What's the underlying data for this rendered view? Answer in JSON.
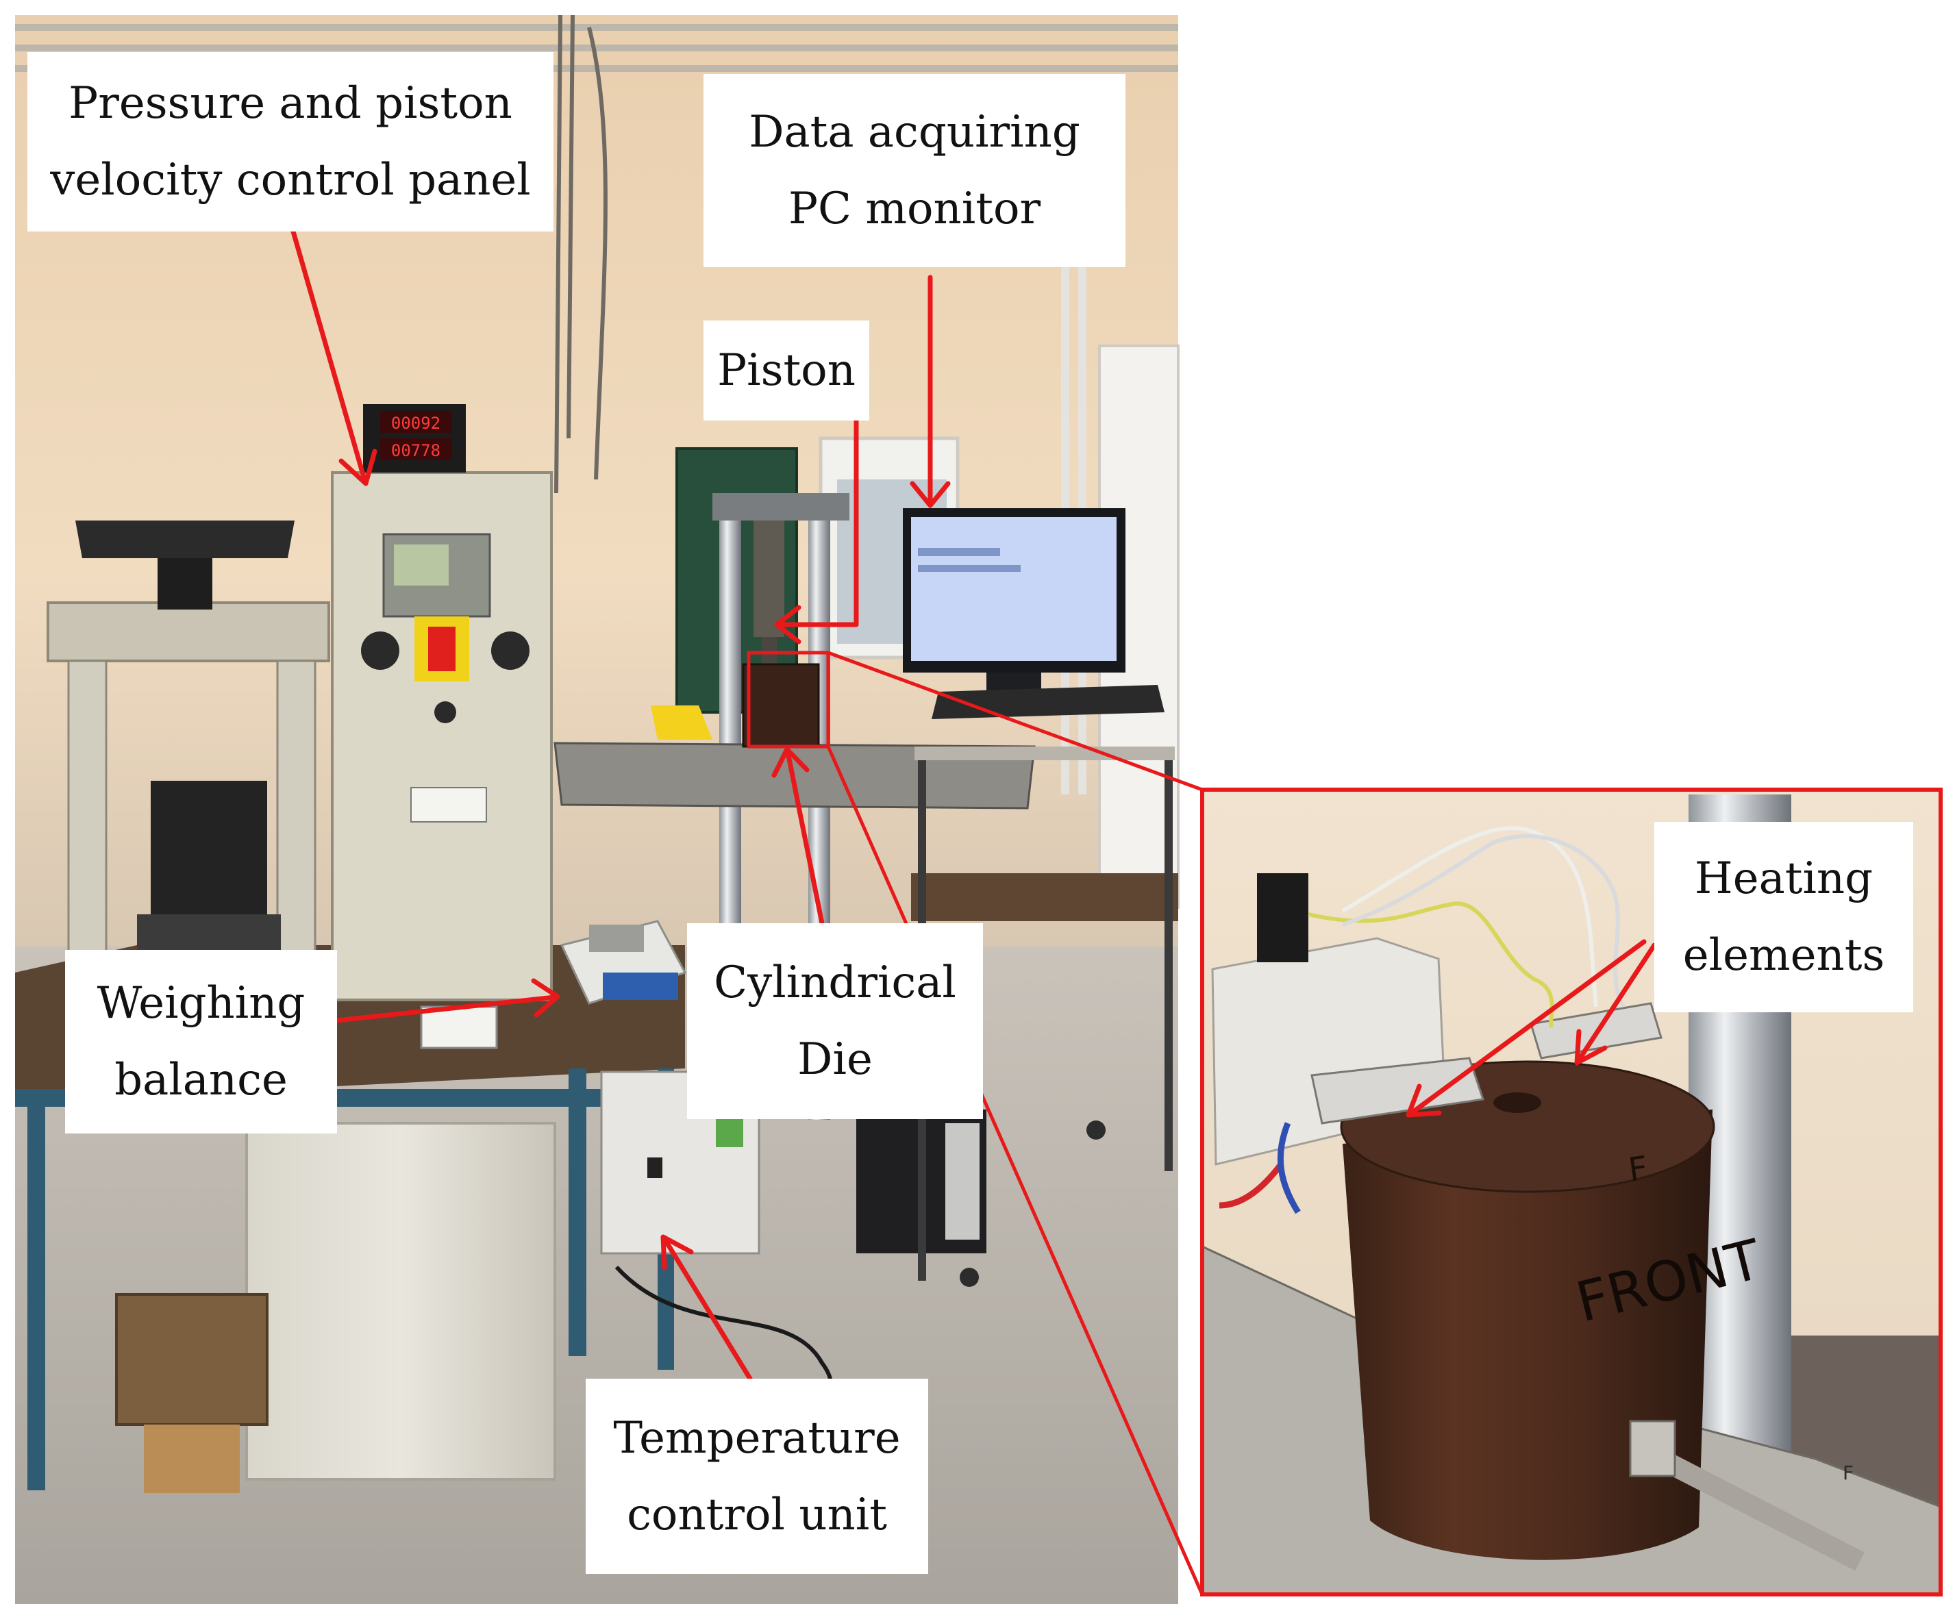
{
  "figure": {
    "callout_color": "#e8191b",
    "labels": {
      "pressure_panel": {
        "line1": "Pressure and piston",
        "line2": "velocity control panel"
      },
      "pc_monitor": {
        "line1": "Data acquiring",
        "line2": "PC monitor"
      },
      "piston": {
        "line1": "Piston"
      },
      "weighing_balance": {
        "line1": "Weighing",
        "line2": "balance"
      },
      "cylindrical_die": {
        "line1": "Cylindrical",
        "line2": "Die"
      },
      "temperature_control": {
        "line1": "Temperature",
        "line2": "control unit"
      },
      "heating_elements": {
        "line1": "Heating",
        "line2": "elements"
      }
    },
    "die_markings": {
      "front_text": "FRONT",
      "letter_top": "F",
      "letter_base": "F"
    },
    "pc_screen_caption": "",
    "icons": {
      "arrow": "red-arrow-icon"
    }
  }
}
